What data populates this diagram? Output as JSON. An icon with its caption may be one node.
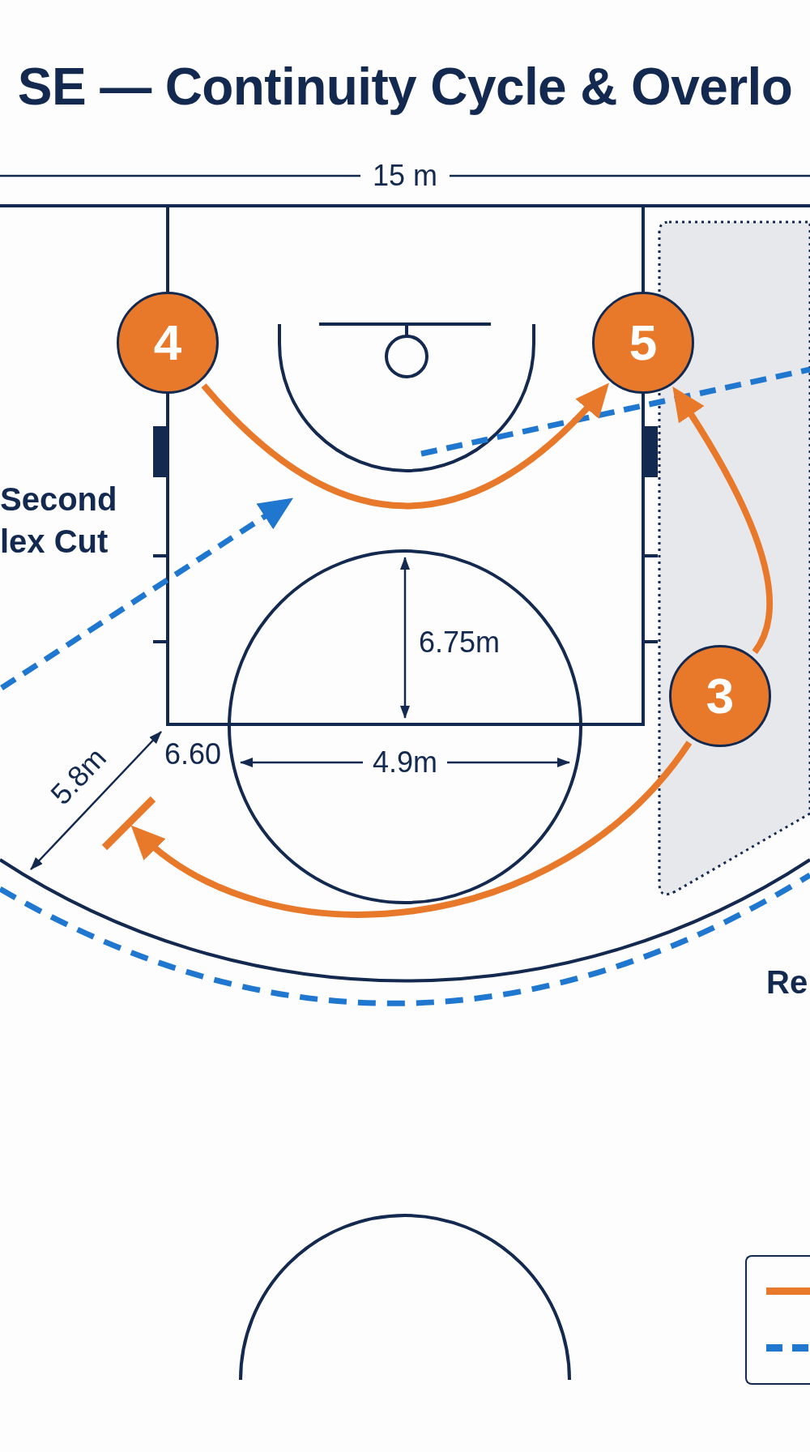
{
  "diagram": {
    "title": "SE — Continuity Cycle & Overlo",
    "nodes": [
      {
        "text": [
          "4"
        ]
      },
      {
        "text": [
          "5"
        ]
      },
      {
        "text": [
          "3"
        ]
      }
    ],
    "edges": [
      {
        "from": 0,
        "to": 1,
        "arrow": "to"
      },
      {
        "from": 2,
        "to": 1,
        "arrow": "to"
      },
      {
        "from": 2,
        "to": null,
        "arrow": "to"
      }
    ],
    "labels": [
      "15 m",
      "Second lex Cut",
      "6.75m",
      "6.60",
      "4.9m",
      "5.8m",
      "Re"
    ]
  }
}
